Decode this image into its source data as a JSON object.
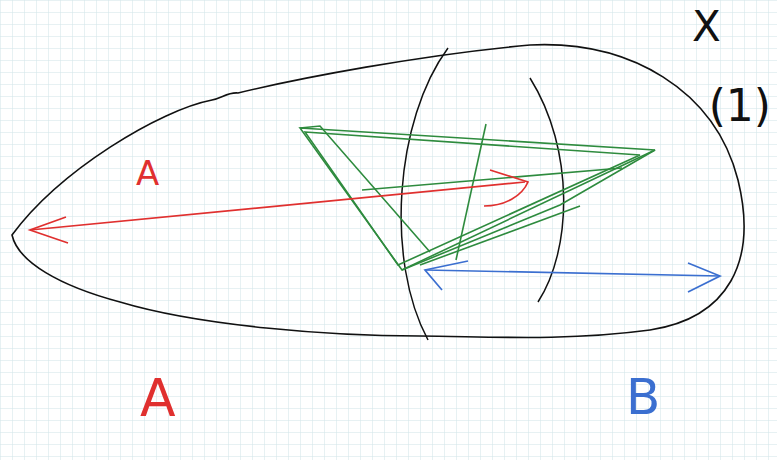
{
  "diagram": {
    "labels": [
      "X",
      "(1)",
      "A",
      "A",
      "B"
    ]
  }
}
